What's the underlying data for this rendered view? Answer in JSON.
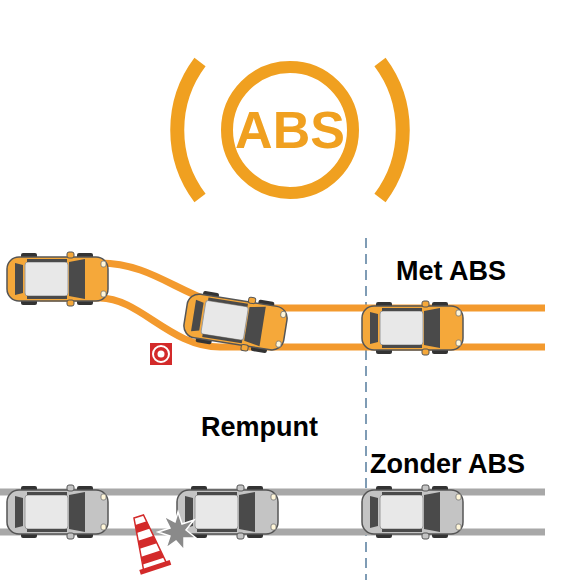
{
  "diagram": {
    "nodes": [
      {
        "text": [
          "ABS"
        ]
      }
    ],
    "labels": [
      "Met ABS",
      "Rempunt",
      "Zonder ABS"
    ]
  }
}
